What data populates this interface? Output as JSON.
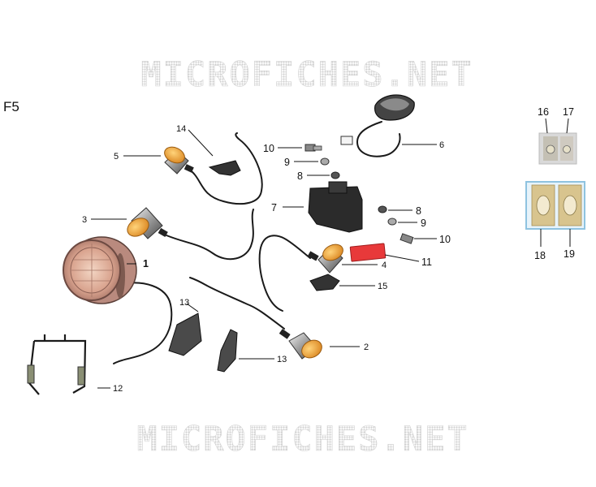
{
  "figure_label": "F5",
  "watermark": {
    "top": "MICROFICHES.NET",
    "bottom": "MICROFICHES.NET"
  },
  "callouts": [
    "1",
    "2",
    "3",
    "4",
    "5",
    "6",
    "7",
    "8",
    "8",
    "9",
    "9",
    "10",
    "10",
    "11",
    "12",
    "13",
    "13",
    "14",
    "15",
    "16",
    "17",
    "18",
    "19"
  ],
  "colors": {
    "amber_lens": "#e0902a",
    "headlight_shell": "#b98a7e",
    "chrome": "#c9c9c9",
    "wire": "#1a1a1a",
    "reflector_red": "#e8393a",
    "bracket_dark": "#2a2a2a",
    "watermark_gray": "#d8d8d8",
    "bulb_box_border": "#8fc3e0"
  }
}
